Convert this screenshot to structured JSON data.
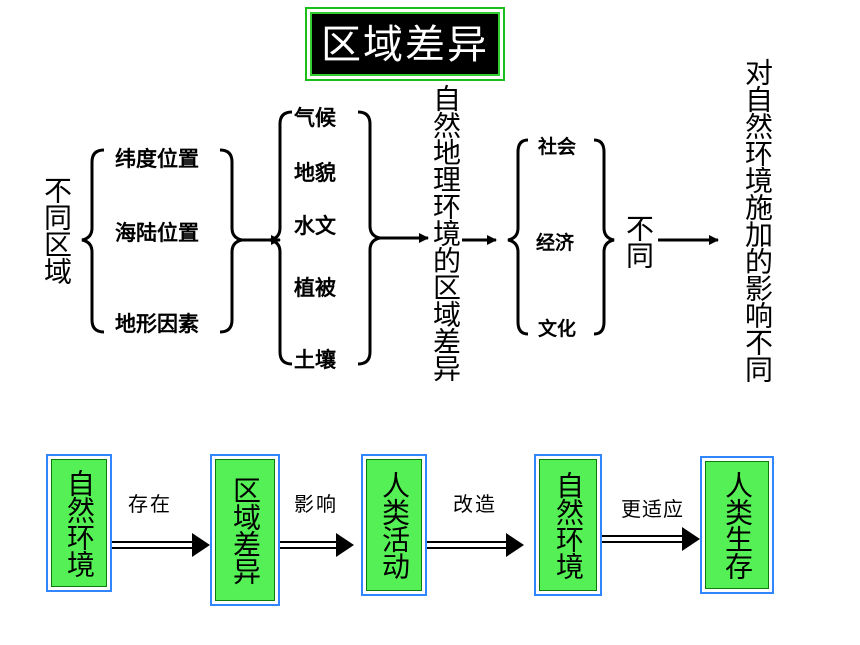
{
  "title": "区域差异",
  "left_label": "不同区域",
  "factors": [
    "纬度位置",
    "海陆位置",
    "地形因素"
  ],
  "elements": [
    "气候",
    "地貌",
    "水文",
    "植被",
    "土壤"
  ],
  "result": "自然地理环境的区域差异",
  "aspects": [
    "社会",
    "经济",
    "文化"
  ],
  "different": "不同",
  "final": "对自然环境施加的影响不同",
  "flow": {
    "boxes": [
      "自然环境",
      "区域差异",
      "人类活动",
      "自然环境",
      "人类生存"
    ],
    "labels": [
      "存在",
      "影响",
      "改造",
      "更适应"
    ]
  },
  "colors": {
    "box_fill": "#55f055",
    "box_border": "#2f86ff",
    "title_bg": "#000000",
    "title_border": "#18c018"
  }
}
